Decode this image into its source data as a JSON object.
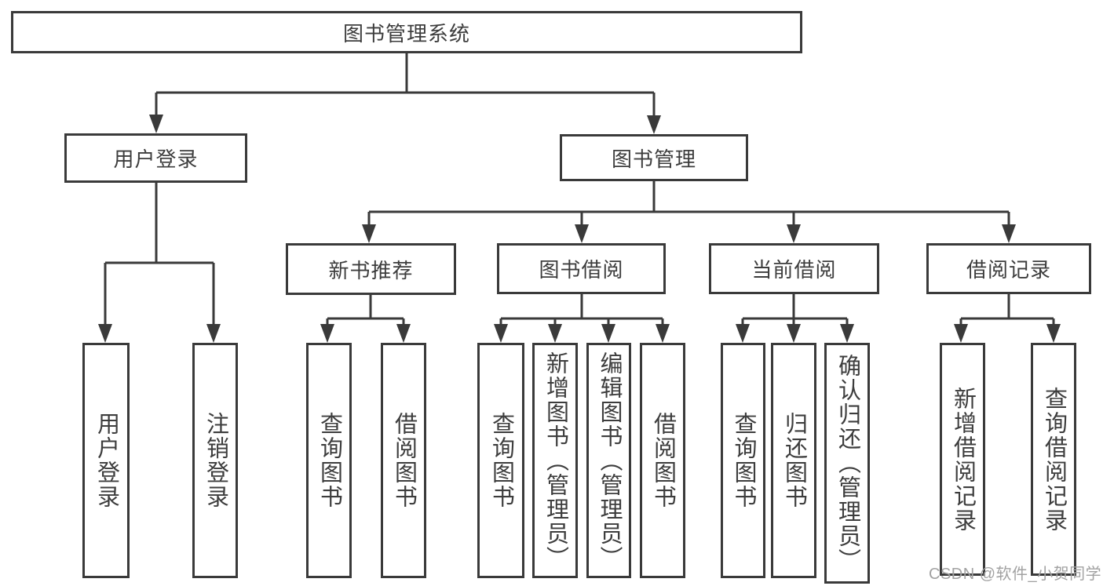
{
  "diagram": {
    "root": {
      "label": "图书管理系统"
    },
    "branches": [
      {
        "label": "用户登录",
        "leaves": [
          {
            "label": "用户登录"
          },
          {
            "label": "注销登录"
          }
        ]
      },
      {
        "label": "图书管理",
        "groups": [
          {
            "label": "新书推荐",
            "leaves": [
              {
                "label": "查询图书"
              },
              {
                "label": "借阅图书"
              }
            ]
          },
          {
            "label": "图书借阅",
            "leaves": [
              {
                "label": "查询图书"
              },
              {
                "label": "新增图书（管理员）"
              },
              {
                "label": "编辑图书（管理员）"
              },
              {
                "label": "借阅图书"
              }
            ]
          },
          {
            "label": "当前借阅",
            "leaves": [
              {
                "label": "查询图书"
              },
              {
                "label": "归还图书"
              },
              {
                "label": "确认归还（管理员）"
              }
            ]
          },
          {
            "label": "借阅记录",
            "leaves": [
              {
                "label": "新增借阅记录"
              },
              {
                "label": "查询借阅记录"
              }
            ]
          }
        ]
      }
    ]
  },
  "watermark": {
    "text": "CSDN @软件_小贺同学"
  },
  "colors": {
    "line": "#3a3a3a",
    "box_border": "#3a3a3a",
    "text": "#3d3d3d",
    "watermark": "#a2a2a2",
    "background": "#ffffff"
  }
}
